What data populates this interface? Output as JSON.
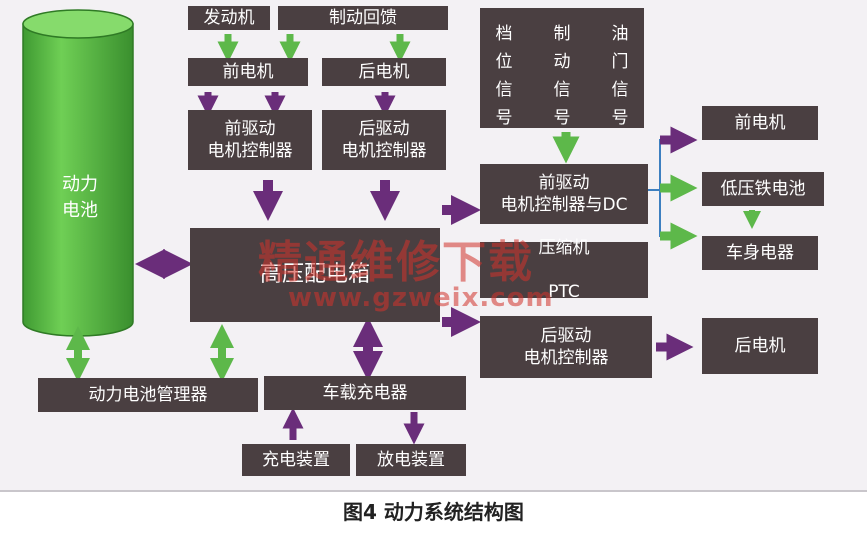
{
  "diagram": {
    "battery": {
      "label": "动力\n电池"
    },
    "engine": "发动机",
    "brake_regen": "制动回馈",
    "front_motor_top": "前电机",
    "rear_motor_top": "后电机",
    "front_drive_ctrl_top": "前驱动\n电机控制器",
    "rear_drive_ctrl_top": "后驱动\n电机控制器",
    "hv_box": "高压配电箱",
    "compressor": "压缩机",
    "ptc": "PTC",
    "gear_signal": {
      "col1": [
        "档",
        "位",
        "信",
        "号"
      ],
      "col2": [
        "制",
        "动",
        "信",
        "号"
      ],
      "col3": [
        "油",
        "门",
        "信",
        "号"
      ]
    },
    "front_ctrl_dc": "前驱动\n电机控制器与DC",
    "rear_ctrl_right": "后驱动\n电机控制器",
    "front_motor_right": "前电机",
    "lv_battery": "低压铁电池",
    "body_electric": "车身电器",
    "rear_motor_right": "后电机",
    "bms": "动力电池管理器",
    "onboard_charger": "车载充电器",
    "charge_device": "充电装置",
    "discharge_device": "放电装置"
  },
  "watermark": {
    "line1": "精通维修下载",
    "line2": "www.gzweix.com"
  },
  "caption": "图4 动力系统结构图",
  "colors": {
    "box": "#4a3f41",
    "green": "#5db84a",
    "purple": "#6a2d7a",
    "watermark": "#d2342c"
  }
}
